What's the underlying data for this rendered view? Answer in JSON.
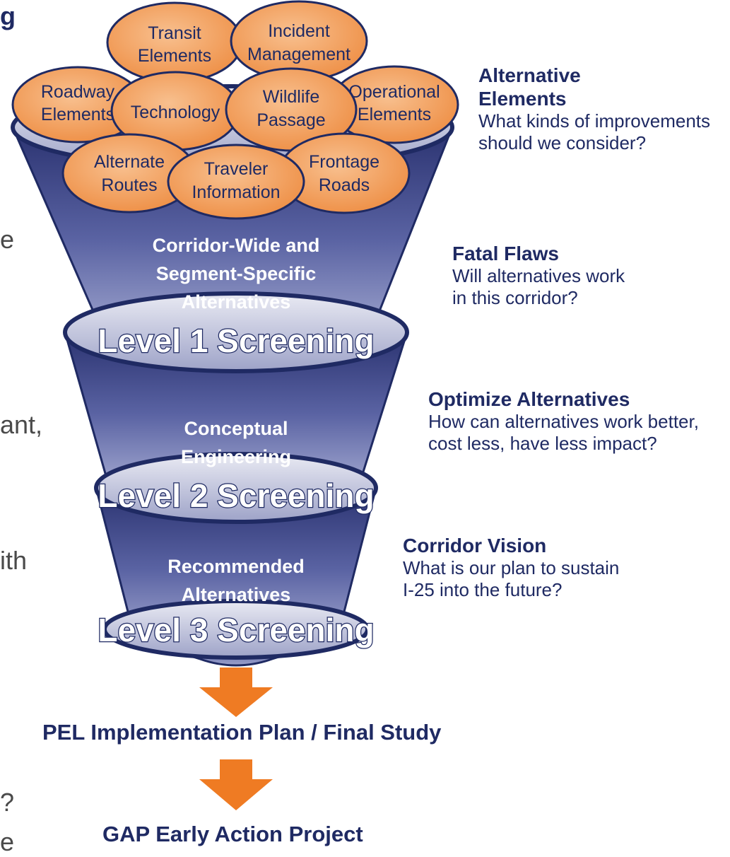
{
  "colors": {
    "navy": "#1f2a63",
    "funnel_dark": "#2a3270",
    "funnel_mid": "#5a63a3",
    "funnel_light": "#c8cbe0",
    "orange": "#f39a52",
    "orange_dark": "#c96a22",
    "arrow": "#ef7b23",
    "bg_text": "#4a4a4a"
  },
  "background_fragments": {
    "top": "g",
    "line1": "e",
    "line2": "ant,",
    "line3": "ith",
    "line4": "?",
    "line5": "e"
  },
  "elements": [
    {
      "key": "transit",
      "line1": "Transit",
      "line2": "Elements"
    },
    {
      "key": "incident",
      "line1": "Incident",
      "line2": "Management"
    },
    {
      "key": "roadway",
      "line1": "Roadway",
      "line2": "Elements"
    },
    {
      "key": "technology",
      "line1": "Technology",
      "line2": ""
    },
    {
      "key": "wildlife",
      "line1": "Wildlife",
      "line2": "Passage"
    },
    {
      "key": "operational",
      "line1": "Operational",
      "line2": "Elements"
    },
    {
      "key": "alternate",
      "line1": "Alternate",
      "line2": "Routes"
    },
    {
      "key": "traveler",
      "line1": "Traveler",
      "line2": "Information"
    },
    {
      "key": "frontage",
      "line1": "Frontage",
      "line2": "Roads"
    }
  ],
  "stages": [
    {
      "key": "level1",
      "desc": [
        "Corridor-Wide and",
        "Segment-Specific",
        "Alternatives"
      ],
      "title": "Level 1 Screening"
    },
    {
      "key": "level2",
      "desc": [
        "Conceptual",
        "Engineering"
      ],
      "title": "Level 2 Screening"
    },
    {
      "key": "level3",
      "desc": [
        "Recommended",
        "Alternatives"
      ],
      "title": "Level 3 Screening"
    }
  ],
  "questions": [
    {
      "key": "alt-elements",
      "heading": [
        "Alternative",
        "Elements"
      ],
      "body": [
        "What kinds of improvements",
        "should we consider?"
      ]
    },
    {
      "key": "fatal-flaws",
      "heading": [
        "Fatal Flaws"
      ],
      "body": [
        "Will alternatives work",
        "in this corridor?"
      ]
    },
    {
      "key": "optimize",
      "heading": [
        "Optimize Alternatives"
      ],
      "body": [
        "How can alternatives work better,",
        "cost less, have less impact?"
      ]
    },
    {
      "key": "vision",
      "heading": [
        "Corridor Vision"
      ],
      "body": [
        "What is our plan to sustain",
        "I-25 into the future?"
      ]
    }
  ],
  "outputs": {
    "implementation": "PEL Implementation Plan / Final Study",
    "gap": "GAP Early Action Project"
  }
}
